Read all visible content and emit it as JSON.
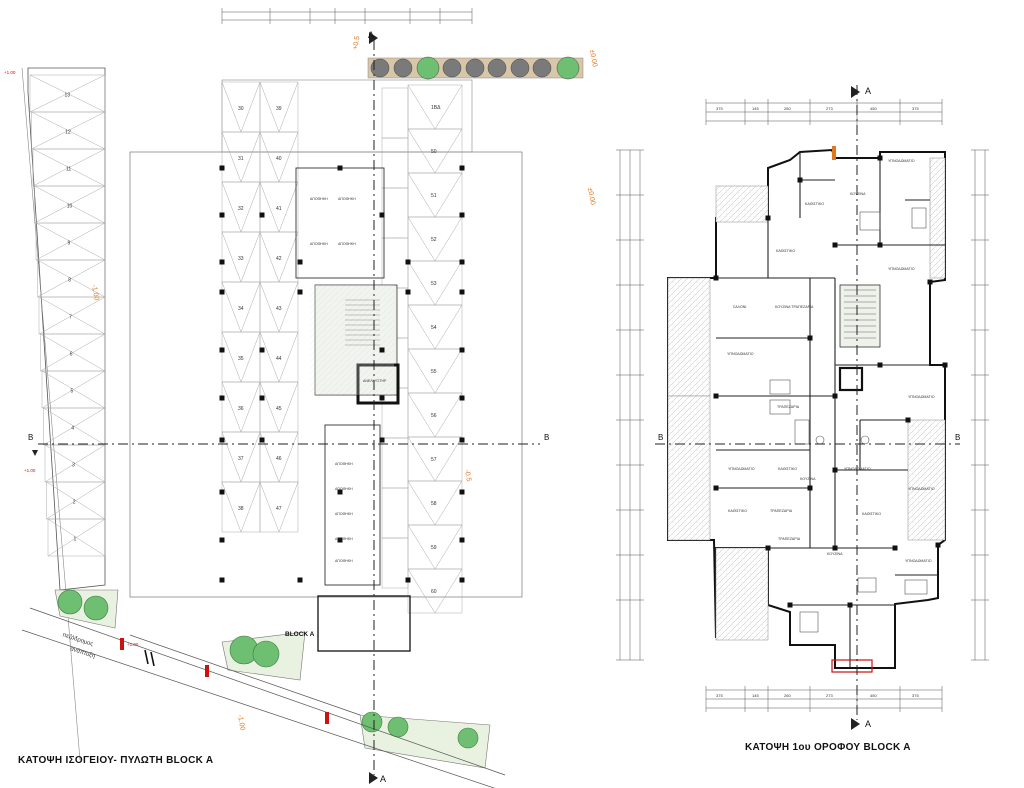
{
  "captions": {
    "ground_floor": "ΚΑΤΟΨΗ ΙΣΟΓΕΙΟΥ- ΠΥΛΩΤΗ BLOCK A",
    "first_floor": "ΚΑΤΟΨΗ 1ου ΟΡΟΦΟΥ BLOCK A"
  },
  "section_marks": {
    "a": "A",
    "b": "B"
  },
  "ground_floor": {
    "block_label": "BLOCK A",
    "street_labels": [
      "πεζόδρομος",
      "ανάπτυξη"
    ],
    "level_marks": [
      "+0.5",
      "±0.00",
      "-1.00",
      "-0.5",
      "-1.00"
    ],
    "spot_levels": [
      "+1.00",
      "+1.00",
      "+1.00"
    ],
    "storage_labels": [
      "ΑΠΟΘΗΚΗ",
      "ΑΠΟΘΗΚΗ",
      "ΑΠΟΘΗΚΗ",
      "ΑΠΟΘΗΚΗ",
      "ΑΠΟΘΗΚΗ",
      "ΑΠΟΘΗΚΗ",
      "ΑΠΟΘΗΚΗ",
      "ΑΠΟΘΗΚΗ",
      "ΑΠΟΘΗΚΗ"
    ],
    "elevator_label": "ΑΝΕΛΚΥΣΤΗΡ",
    "parking_left": [
      "13",
      "12",
      "11",
      "10",
      "9",
      "8",
      "7",
      "6",
      "5",
      "4",
      "3",
      "2",
      "1"
    ],
    "parking_mid": [
      "30",
      "31",
      "32",
      "33",
      "34",
      "35",
      "36",
      "37",
      "38",
      "39",
      "40",
      "41",
      "42",
      "43",
      "44",
      "45",
      "46",
      "47"
    ],
    "parking_right": [
      "1ΒΔ",
      "50",
      "51",
      "52",
      "53",
      "54",
      "55",
      "56",
      "57",
      "58",
      "59",
      "60"
    ]
  },
  "first_floor": {
    "room_labels": [
      {
        "k": "ΥΠΝΟΔΩΜΑΤΙΟ"
      },
      {
        "k": "ΚΟΥΖΙΝΑ"
      },
      {
        "k": "ΚΑΘΙΣΤΙΚΟ"
      },
      {
        "k": "ΣΑΛΟΝΙ"
      },
      {
        "k": "ΚΟΥΖΙΝΑ ΤΡΑΠΕΖΑΡΙΑ"
      },
      {
        "k": "ΥΠΝΟΔΩΜΑΤΙΟ"
      },
      {
        "k": "ΚΑΘΙΣΤΙΚΟ"
      },
      {
        "k": "ΤΡΑΠΕΖΑΡΙΑ"
      },
      {
        "k": "ΥΠΝΟΔΩΜΑΤΙΟ"
      },
      {
        "k": "ΚΑΘΙΣΤΙΚΟ"
      },
      {
        "k": "ΤΡΑΠΕΖΑΡΙΑ"
      },
      {
        "k": "ΥΠΝΟΔΩΜΑΤΙΟ"
      },
      {
        "k": "ΚΟΥΖΙΝΑ"
      },
      {
        "k": "ΥΠΝΟΔΩΜΑΤΙΟ"
      },
      {
        "k": "ΚΑΘΙΣΤΙΚΟ"
      },
      {
        "k": "ΤΡΑΠΕΖΑΡΙΑ"
      },
      {
        "k": "ΚΑΘΙΣΤΙΚΟ"
      },
      {
        "k": "ΥΠΝΟΔΩΜΑΤΙΟ"
      },
      {
        "k": "ΚΟΥΖΙΝΑ"
      },
      {
        "k": "ΥΠΝΟΔΩΜΑΤΙΟ"
      },
      {
        "k": "ΥΠΝΟΔΩΜΑΤΙΟ"
      }
    ],
    "dim_top": [
      "375",
      "145",
      "260",
      "273",
      "450",
      "375"
    ],
    "dim_bottom": [
      "375",
      "145",
      "260",
      "273",
      "450",
      "375"
    ]
  },
  "colors": {
    "line": "#444444",
    "thin": "#9a9a9a",
    "wall": "#111111",
    "orange": "#e07820",
    "red": "#cc1111",
    "tree_green": "#6fbf73",
    "tree_grey": "#7a7a7a",
    "planter": "#d8c6a8"
  }
}
